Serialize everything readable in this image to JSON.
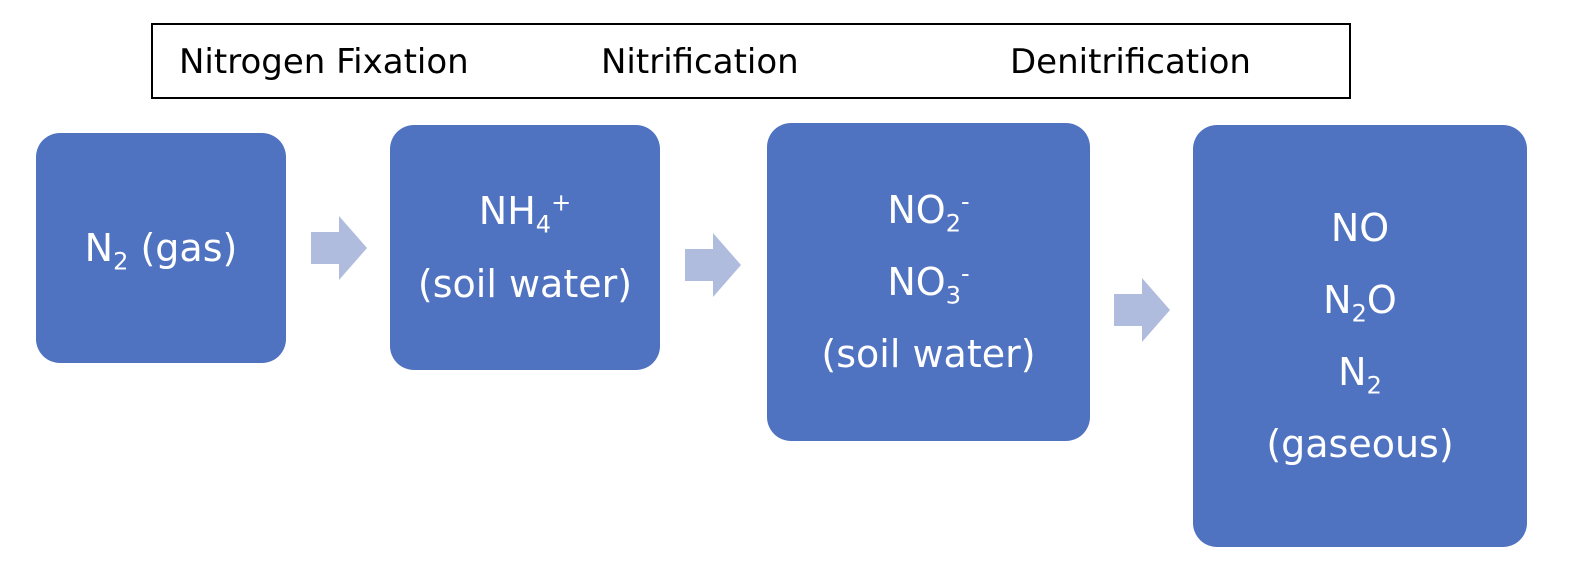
{
  "header": {
    "stages": [
      "Nitrogen Fixation",
      "Nitrification",
      "Denitrification"
    ]
  },
  "nodes": [
    {
      "lines": [
        {
          "base": "N",
          "sub": "2",
          "rest": " (gas)"
        }
      ]
    },
    {
      "lines": [
        {
          "base": "NH",
          "sub": "4",
          "sup": "+"
        },
        {
          "base": "(soil water)"
        }
      ]
    },
    {
      "lines": [
        {
          "base": "NO",
          "sub": "2",
          "sup": "-"
        },
        {
          "base": "NO",
          "sub": "3",
          "sup": "-"
        },
        {
          "base": "(soil water)"
        }
      ]
    },
    {
      "lines": [
        {
          "base": "NO"
        },
        {
          "base": "N",
          "sub": "2",
          "rest": "O"
        },
        {
          "base": "N",
          "sub": "2"
        },
        {
          "base": "(gaseous)"
        }
      ]
    }
  ],
  "colors": {
    "node_fill": "#5073c1",
    "arrow_fill": "#afbcdd",
    "node_text": "#ffffff",
    "header_border": "#000000"
  }
}
